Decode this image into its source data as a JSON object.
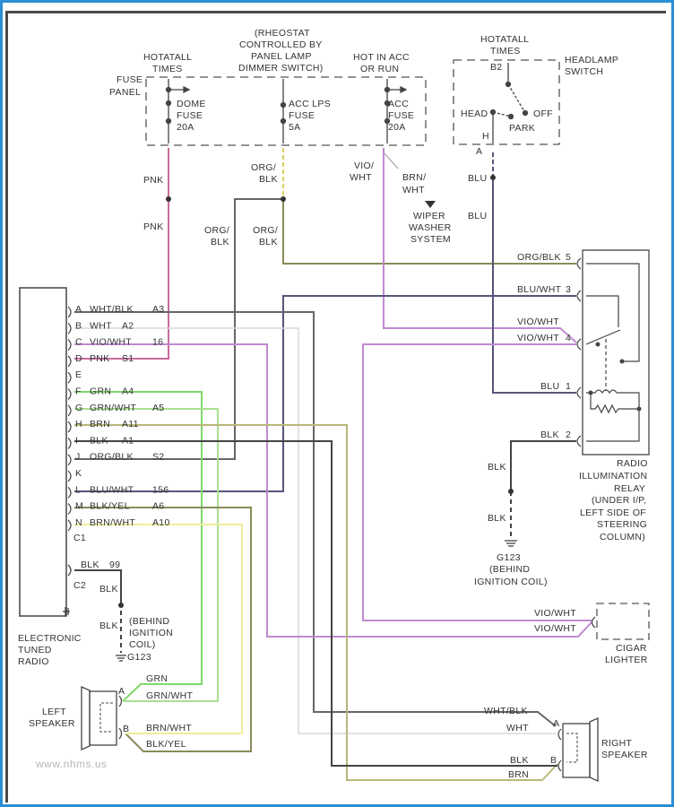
{
  "title": "Radio Wiring Diagram",
  "colors": {
    "frame": "#2b8fd6",
    "pink": "#c86b9a",
    "violet_white": "#c08ad0",
    "org_blk": "#8a8a5a",
    "blue": "#55557a",
    "white_black": "#666666",
    "white": "#d8d8d8",
    "green": "#7ed86a",
    "green_white": "#a8e090",
    "brown": "#b8b878",
    "black": "#444444",
    "yellow": "#eeee99"
  },
  "fuse_panel": {
    "label_1": "FUSE",
    "label_2": "PANEL",
    "hot_all_times_1": "HOTATALL",
    "hot_all_times_2": "TIMES",
    "rheostat": [
      "(RHEOSTAT",
      "CONTROLLED BY",
      "PANEL LAMP",
      "DIMMER SWITCH)"
    ],
    "hot_acc_1": "HOT IN ACC",
    "hot_acc_2": "OR RUN",
    "fuses": [
      {
        "name": "DOME",
        "word": "FUSE",
        "rating": "20A"
      },
      {
        "name": "ACC LPS",
        "word": "FUSE",
        "rating": "5A"
      },
      {
        "name": "ACC",
        "word": "FUSE",
        "rating": "20A"
      }
    ]
  },
  "headlamp_switch": {
    "hot_1": "HOTATALL",
    "hot_2": "TIMES",
    "label_1": "HEADLAMP",
    "label_2": "SWITCH",
    "terminal_b2": "B2",
    "head": "HEAD",
    "off": "OFF",
    "park": "PARK",
    "h": "H",
    "a": "A"
  },
  "wire_labels": {
    "pnk_1": "PNK",
    "pnk_2": "PNK",
    "org_blk_top_1": "ORG/",
    "org_blk_top_2": "BLK",
    "org_blk_left_1": "ORG/",
    "org_blk_left_2": "BLK",
    "org_blk_mid_1": "ORG/",
    "org_blk_mid_2": "BLK",
    "vio_wht_1": "VIO/",
    "vio_wht_2": "WHT",
    "brn_wht_1": "BRN/",
    "brn_wht_2": "WHT",
    "wiper": [
      "WIPER",
      "WASHER",
      "SYSTEM"
    ],
    "blu_1": "BLU",
    "blu_2": "BLU"
  },
  "radio": {
    "pins": [
      {
        "pin": "A",
        "wire": "WHT/BLK",
        "circuit": "A3"
      },
      {
        "pin": "B",
        "wire": "WHT",
        "circuit": "A2"
      },
      {
        "pin": "C",
        "wire": "VIO/WHT",
        "circuit": "16"
      },
      {
        "pin": "D",
        "wire": "PNK",
        "circuit": "S1"
      },
      {
        "pin": "E",
        "wire": "",
        "circuit": ""
      },
      {
        "pin": "F",
        "wire": "GRN",
        "circuit": "A4"
      },
      {
        "pin": "G",
        "wire": "GRN/WHT",
        "circuit": "A5"
      },
      {
        "pin": "H",
        "wire": "BRN",
        "circuit": "A11"
      },
      {
        "pin": "I",
        "wire": "BLK",
        "circuit": "A1"
      },
      {
        "pin": "J",
        "wire": "ORG/BLK",
        "circuit": "S2"
      },
      {
        "pin": "K",
        "wire": "",
        "circuit": ""
      },
      {
        "pin": "L",
        "wire": "BLU/WHT",
        "circuit": "156"
      },
      {
        "pin": "M",
        "wire": "BLK/YEL",
        "circuit": "A6"
      },
      {
        "pin": "N",
        "wire": "BRN/WHT",
        "circuit": "A10"
      }
    ],
    "connector_c1": "C1",
    "connector_c2": "C2",
    "c2_wire": "BLK",
    "c2_circuit": "99",
    "blk_1": "BLK",
    "blk_2": "BLK",
    "ground_note": [
      "(BEHIND",
      "IGNITION",
      "COIL)"
    ],
    "ground_id": "G123",
    "label": [
      "ELECTRONIC",
      "TUNED",
      "RADIO"
    ]
  },
  "relay": {
    "pins": [
      {
        "wire": "ORG/BLK",
        "pin": "5"
      },
      {
        "wire": "BLU/WHT",
        "pin": "3"
      },
      {
        "wire": "VIO/WHT",
        "pin": ""
      },
      {
        "wire": "VIO/WHT",
        "pin": "4"
      },
      {
        "wire": "BLU",
        "pin": "1"
      },
      {
        "wire": "BLK",
        "pin": "2"
      }
    ],
    "label": [
      "RADIO",
      "ILLUMINATION",
      "RELAY",
      "(UNDER I/P,",
      "LEFT SIDE OF",
      "STEERING",
      "COLUMN)"
    ],
    "blk_1": "BLK",
    "blk_2": "BLK",
    "ground_id": "G123",
    "ground_note": [
      "(BEHIND",
      "IGNITION COIL)"
    ]
  },
  "cigar_lighter": {
    "wire_1": "VIO/WHT",
    "wire_2": "VIO/WHT",
    "label_1": "CIGAR",
    "label_2": "LIGHTER"
  },
  "left_speaker": {
    "label_1": "LEFT",
    "label_2": "SPEAKER",
    "pin_a": "A",
    "pin_b": "B",
    "wire_grn": "GRN",
    "wire_grn_wht": "GRN/WHT",
    "wire_brn_wht": "BRN/WHT",
    "wire_blk_yel": "BLK/YEL"
  },
  "right_speaker": {
    "label_1": "RIGHT",
    "label_2": "SPEAKER",
    "pin_a": "A",
    "pin_b": "B",
    "wire_wht_blk": "WHT/BLK",
    "wire_wht": "WHT",
    "wire_blk": "BLK",
    "wire_brn": "BRN"
  },
  "watermark": "www.nhms.us"
}
